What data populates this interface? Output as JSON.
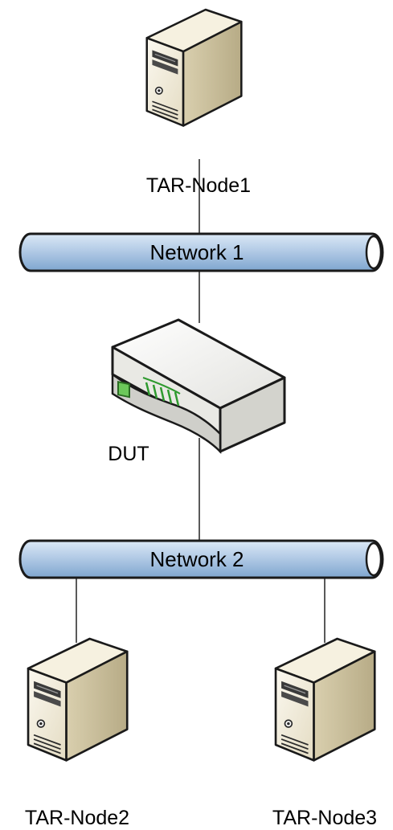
{
  "nodes": {
    "node1": "TAR-Node1",
    "node2": "TAR-Node2",
    "node3": "TAR-Node3",
    "dut": "DUT"
  },
  "networks": {
    "net1": "Network 1",
    "net2": "Network 2"
  },
  "colors": {
    "bus_fill_top": "#c9dcef",
    "bus_fill_bottom": "#8eb1d5",
    "bus_stroke": "#1a1a1a",
    "server_front": "#f2ecd8",
    "server_side": "#cfc5a6",
    "server_dark": "#2b2b2b",
    "device_body": "#f4f4f2",
    "device_led": "#7fd66a",
    "device_ports": "#2e9a2e"
  }
}
